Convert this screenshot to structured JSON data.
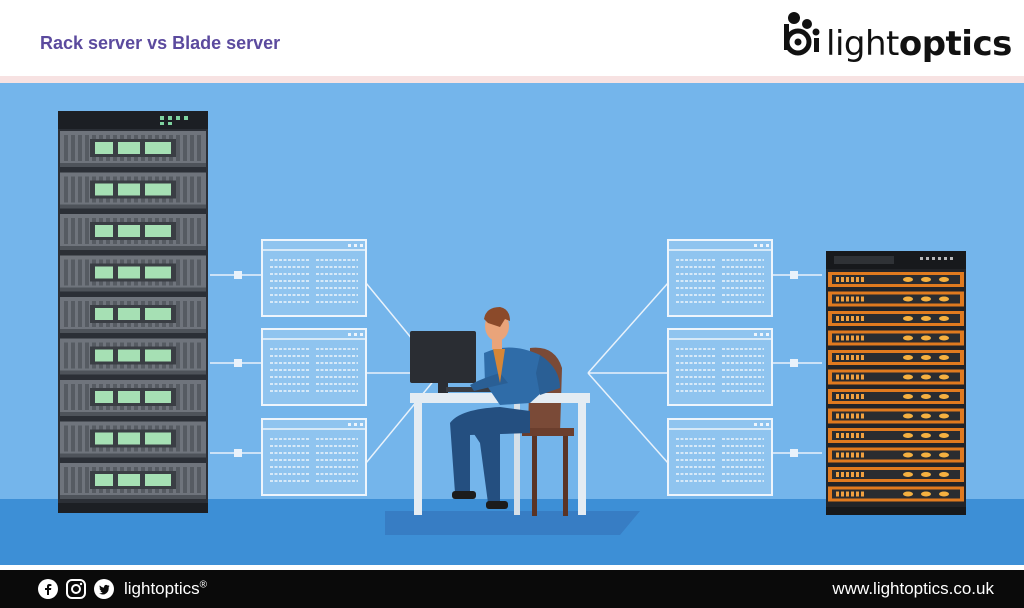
{
  "header": {
    "title": "Rack server vs Blade server",
    "logo": {
      "text_light": "light",
      "text_bold": "optics"
    }
  },
  "scene": {
    "icons": [
      "rack-server",
      "blade-server",
      "window-panel",
      "person-at-desk",
      "monitor"
    ]
  },
  "footer": {
    "social": [
      "facebook-icon",
      "instagram-icon",
      "twitter-icon"
    ],
    "brand": "lightoptics",
    "trademark": "®",
    "url": "www.lightoptics.co.uk"
  },
  "colors": {
    "title": "#5b4a9e",
    "scene_bg": "#74b5eb",
    "floor": "#3d8fd6",
    "footer_bg": "#0a0a0a"
  }
}
